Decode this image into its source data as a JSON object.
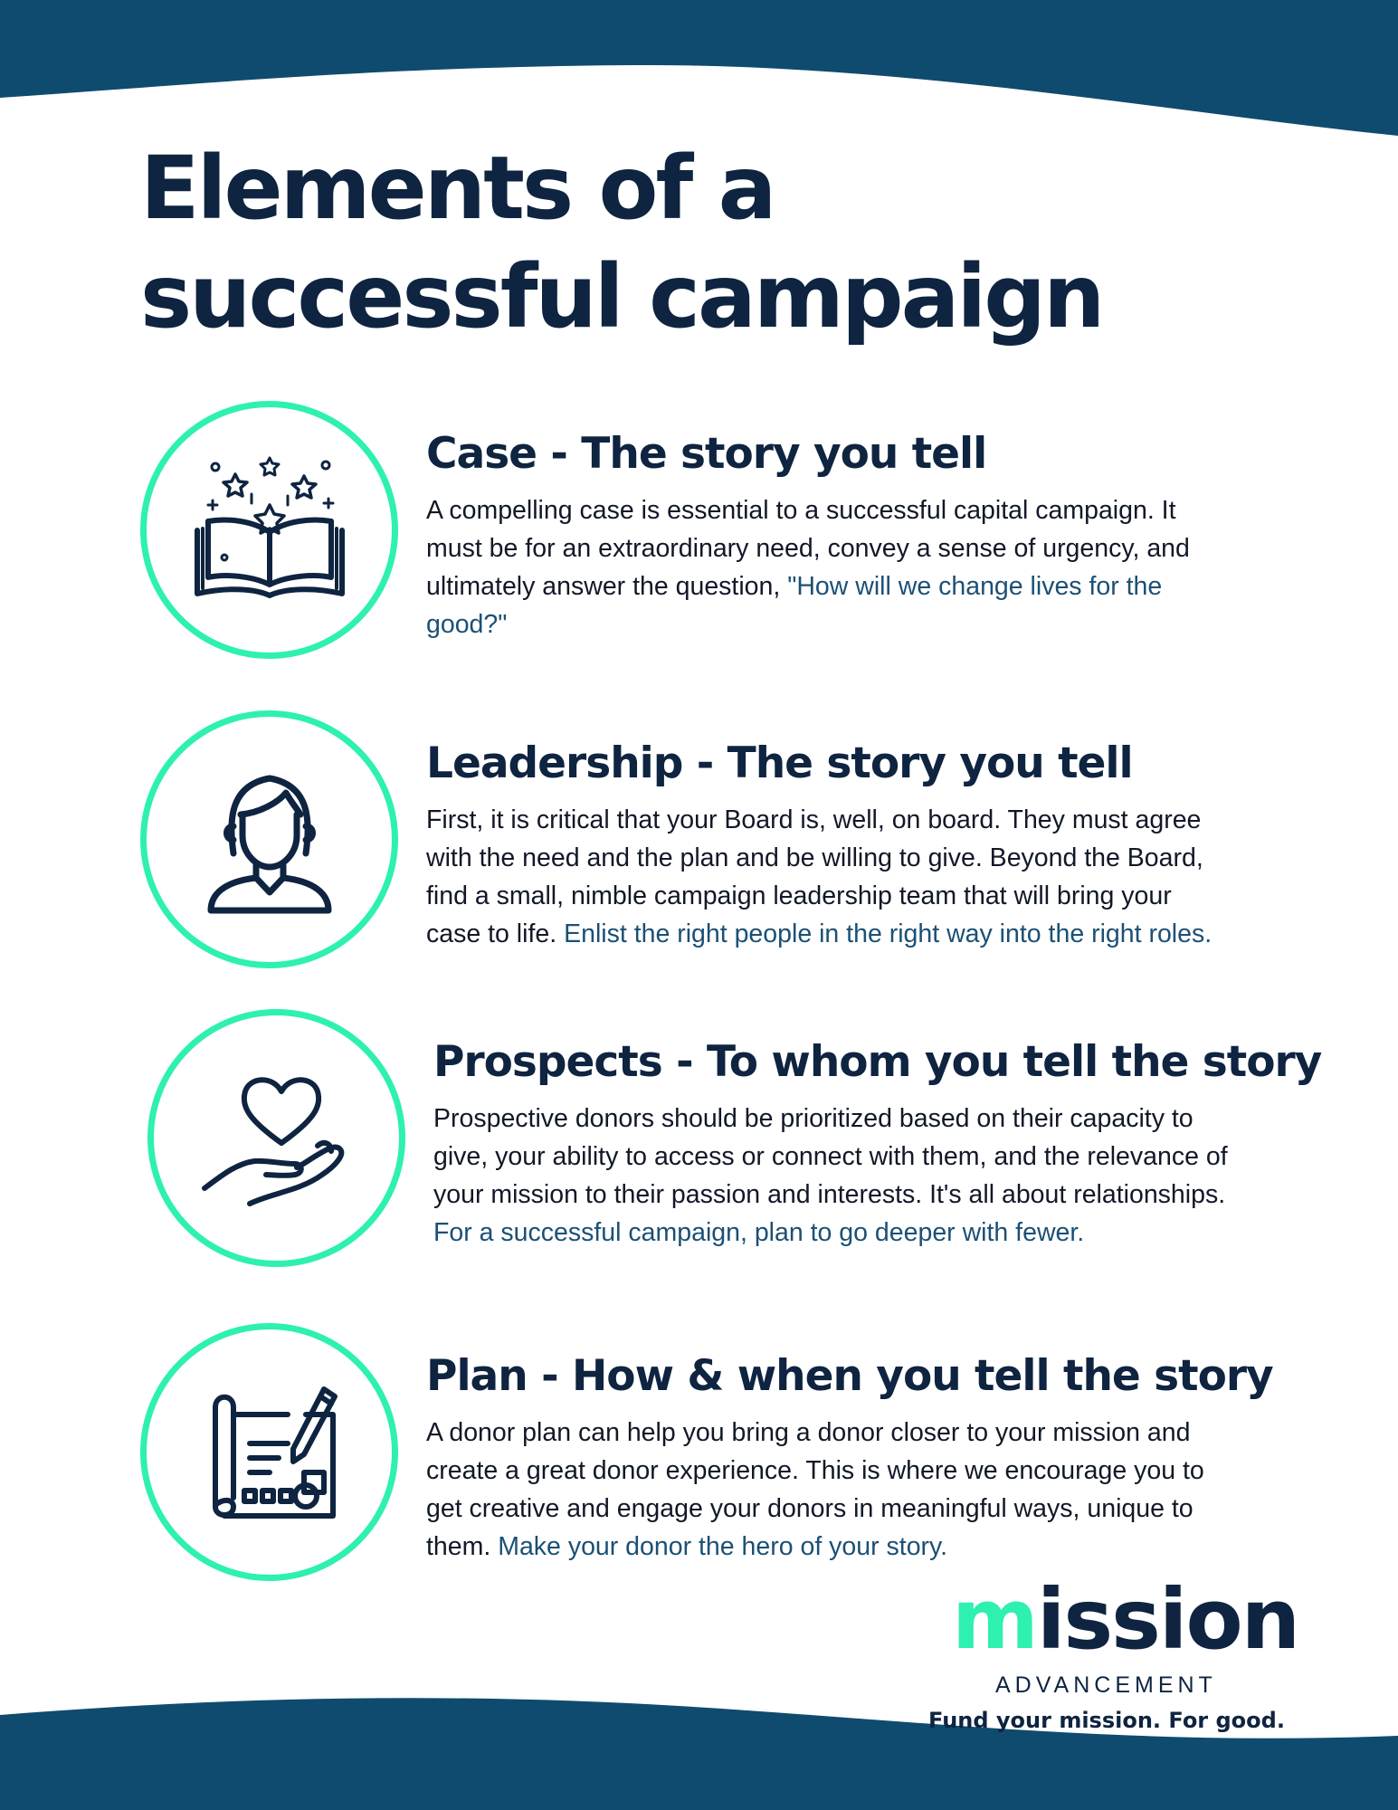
{
  "header": {
    "title": "Elements of a\nsuccessful campaign"
  },
  "sections": [
    {
      "title": "Case - The story you tell",
      "body": "A compelling case is essential  to a successful capital campaign. It must be for an extraordinary need, convey a sense of urgency, and ultimately answer the question, ",
      "highlight": "\"How will we change lives for the good?\"",
      "icon": "open-book-stars-icon"
    },
    {
      "title": "Leadership - The story you tell",
      "body": "First, it is critical that your Board is, well, on board. They must agree with the need and the plan and be willing to give. Beyond the Board, find a small, nimble campaign leadership team that will bring your case to life. ",
      "highlight": "Enlist the right people in the right way into the right roles.",
      "icon": "person-icon"
    },
    {
      "title": "Prospects - To whom you tell the story",
      "body": "Prospective donors should be prioritized based on their capacity to give, your ability to access or connect with them, and the relevance of your mission to their passion and interests. It's all about relationships. ",
      "highlight": "For a successful campaign, plan to go deeper with fewer.",
      "icon": "heart-in-hand-icon"
    },
    {
      "title": "Plan - How & when you tell the story",
      "body": "A donor plan can help you bring a donor closer to your mission and create a great donor experience. This is where we encourage you to get creative and engage your donors in meaningful ways, unique to them. ",
      "highlight": "Make your donor the hero of your story.",
      "icon": "blueprint-pencil-icon"
    }
  ],
  "footer": {
    "logo_m": "m",
    "logo_rest": "ission",
    "logo_sub": "ADVANCEMENT",
    "tagline": "Fund your mission. For good."
  },
  "colors": {
    "navy": "#0e2440",
    "wave": "#0f4b6e",
    "accent": "#2ef0b0",
    "highlight_text": "#1b5075"
  }
}
